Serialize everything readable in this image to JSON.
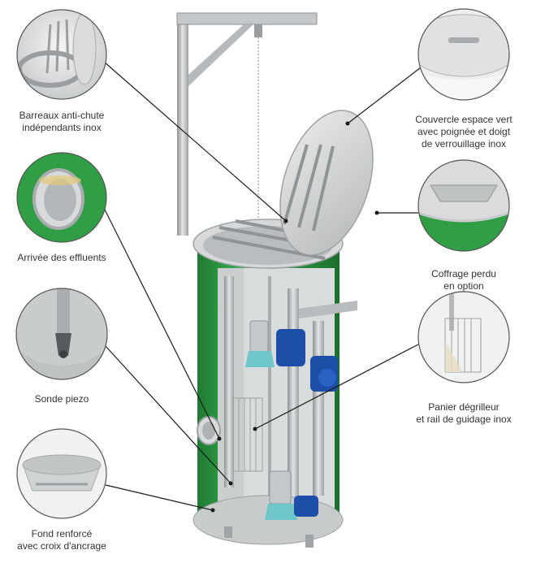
{
  "callouts": {
    "barreaux": {
      "line1": "Barreaux anti-chute",
      "line2": "indépendants inox"
    },
    "arrivee": {
      "line1": "Arrivée des effluents"
    },
    "sonde": {
      "line1": "Sonde piezo"
    },
    "fond": {
      "line1": "Fond renforcé",
      "line2": "avec croix d'ancrage"
    },
    "couvercle": {
      "line1": "Couvercle espace vert",
      "line2": "avec poignée et doigt",
      "line3": "de verrouillage inox"
    },
    "coffrage": {
      "line1": "Coffrage perdu",
      "line2": "en option"
    },
    "panier": {
      "line1": "Panier dégrilleur",
      "line2": "et rail de guidage inox"
    }
  },
  "colors": {
    "tank_green": "#2f9e45",
    "tank_green_dark": "#1f7a32",
    "steel": "#b9bdc0",
    "pump_blue": "#1e4fa8",
    "pump_teal": "#6fc7c9",
    "line": "#1a1a1a"
  }
}
